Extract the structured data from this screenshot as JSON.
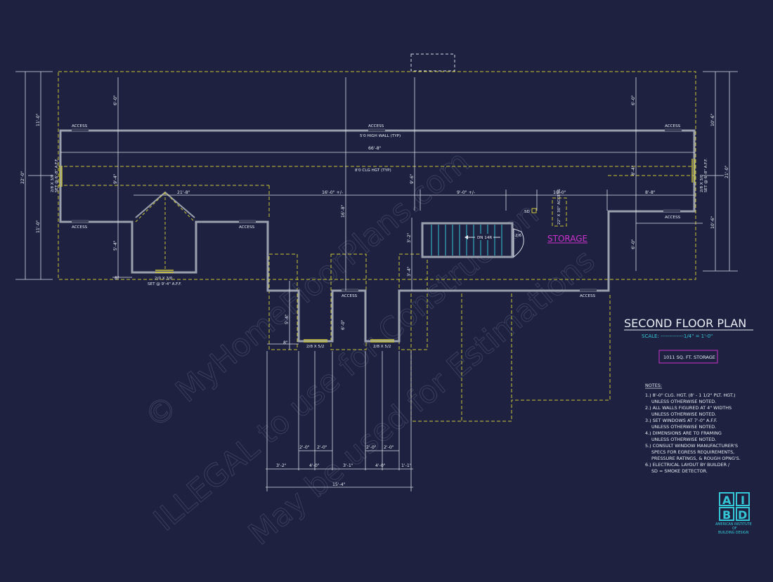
{
  "title": "SECOND FLOOR PLAN",
  "scale": "SCALE: -------------1/4\" = 1'-0\"",
  "storage_area": "1011 SQ. FT. STORAGE",
  "room_storage": "STORAGE",
  "wall_note_high": "5'0 HIGH WALL (TYP)",
  "wall_note_clg": "8'0 CLG HGT (TYP)",
  "stair_label": "DN 14R",
  "door_label": "2/6",
  "sd_label": "SD",
  "access_hatch": "22\" X 30\" ACCESS",
  "access": "ACCESS",
  "window_main": "2/0 X 3/0",
  "window_main_set": "SET @ 9'-4\" A.F.F.",
  "window_side": "2/8 X 3/0",
  "window_side_set": "SET @ 6'-8\" A.F.F.",
  "window_small": "2/8 X 5/2",
  "dims": {
    "overall": "66'-8\"",
    "d16": "16'-0\" +/-",
    "d9": "9'-0\" +/-",
    "d10": "10'-0\"",
    "d8_8": "8'-8\"",
    "d21_8": "21'-8\"",
    "d6": "6'-0\"",
    "d9_4": "9'-4\"",
    "d9_6": "9'-6\"",
    "d8_4": "8'-4\"",
    "d16_8": "16'-8\"",
    "d5_4": "5'-4\"",
    "d3_2": "3'-2\"",
    "d3_4": "3'-4\"",
    "d8in": "8\"",
    "d2": "2'-0\"",
    "d4": "4'-0\"",
    "d3_1": "3'-1\"",
    "d1_1": "1'-1\"",
    "d15_4": "15'-4\"",
    "left_11": "11'-0\"",
    "left_22": "22'-0\"",
    "right_10_6": "10'-6\"",
    "right_21": "21'-0\""
  },
  "notes_title": "NOTES:",
  "notes": [
    "1.) 8'-0\" CLG. HGT. (8' - 1 1/2\" PLT. HGT.)",
    "UNLESS OTHERWISE NOTED.",
    "2.) ALL WALLS FIGURED AT 4\" WIDTHS",
    "UNLESS OTHERWISE NOTED.",
    "3.) SET WINDOWS AT 7'-0\" A.F.F.",
    "UNLESS OTHERWISE NOTED.",
    "4.) DIMENSIONS ARE TO FRAMING",
    "UNLESS OTHERWISE NOTED.",
    "5.) CONSULT WINDOW MANUFACTURER'S",
    "SPECS FOR EGRESS REQUIREMENTS,",
    "PRESSURE RATINGS, & ROUGH OPNG'S.",
    "6.) ELECTRICAL LAYOUT BY BUILDER /",
    "SD = SMOKE DETECTOR."
  ],
  "logo": {
    "letters": [
      "A",
      "I",
      "B",
      "D"
    ],
    "line1": "AMERICAN INSTITUTE",
    "line2": "OF",
    "line3": "BUILDING DESIGN"
  },
  "watermarks": [
    "© MyHomeFloorPlans.com",
    "ILLEGAL to use for Construction",
    "May be used for Estimations"
  ],
  "colors": {
    "background": "#1e2240",
    "wall": "#9aa0ae",
    "dim_line": "#d8dbe5",
    "dashed": "#c9c437",
    "magenta": "#cc33cc",
    "cyan": "#35c7d6",
    "window": "#c9c437"
  }
}
